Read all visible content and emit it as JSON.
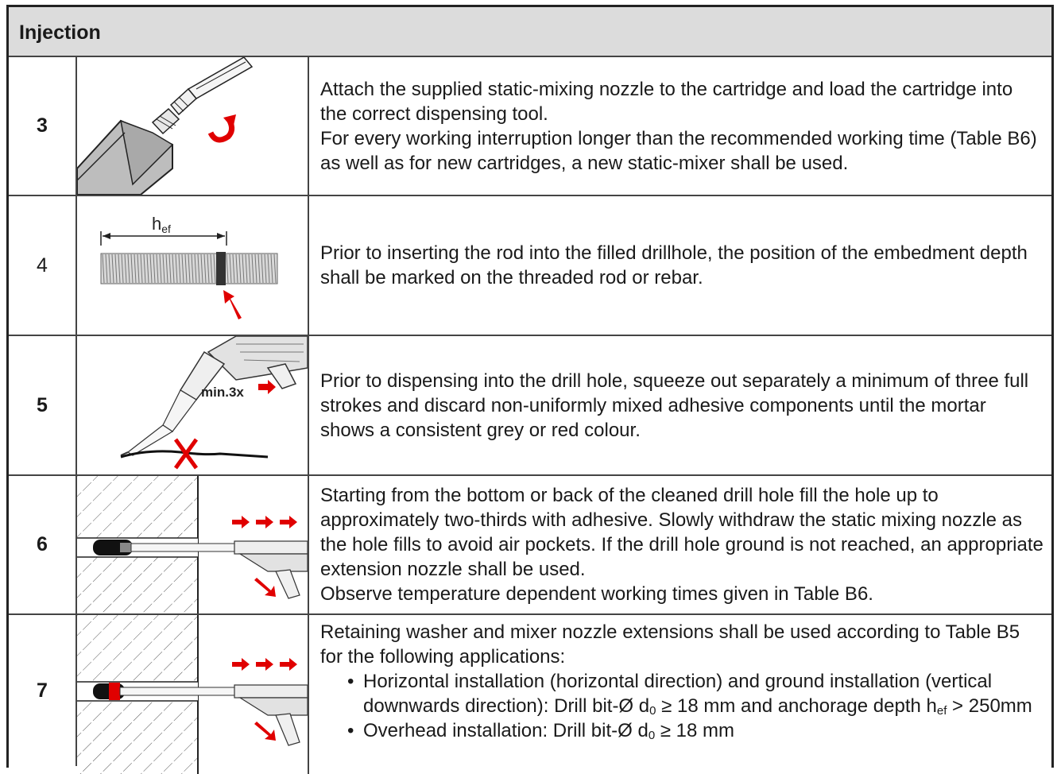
{
  "header": {
    "title": "Injection"
  },
  "steps": [
    {
      "number": "3",
      "lines": [
        "Attach the supplied static-mixing nozzle to the cartridge and load the cartridge into the correct dispensing tool.",
        "For every working interruption longer than the recommended working time (Table B6) as well as for new cartridges, a new static-mixer shall be used."
      ]
    },
    {
      "number": "4",
      "figure_label": "hef",
      "lines": [
        "Prior to inserting the rod into the filled drillhole, the position of the embedment depth shall be marked on the threaded rod or rebar."
      ]
    },
    {
      "number": "5",
      "figure_label": "min.3x",
      "lines": [
        "Prior to dispensing into the drill hole, squeeze out separately a minimum of three full strokes and discard non-uniformly mixed adhesive components until the mortar shows a consistent grey or red colour."
      ]
    },
    {
      "number": "6",
      "lines": [
        "Starting from the bottom or back of the cleaned drill hole fill the hole up to approximately two-thirds with adhesive. Slowly withdraw the static mixing nozzle as the hole fills to avoid air pockets. If the drill hole ground is not reached, an appropriate extension nozzle shall be used.",
        "Observe temperature dependent working times given in Table B6."
      ]
    },
    {
      "number": "7",
      "intro": "Retaining washer and mixer nozzle extensions shall be used according to Table B5 for the following applications:",
      "bullet1": {
        "before": "Horizontal installation (horizontal direction) and ground installation (vertical downwards direction): Drill bit-Ø d",
        "sub": "0",
        "middle": " ≥ 18 mm and anchorage depth h",
        "sub2": "ef",
        "after": " > 250mm"
      },
      "bullet2": {
        "before": "Overhead installation: Drill bit-Ø d",
        "sub": "0",
        "after": " ≥ 18 mm"
      }
    }
  ],
  "colors": {
    "accent_red": "#e00000",
    "header_bg": "#dcdcdc",
    "border": "#222222"
  },
  "icons": [
    "cartridge-nozzle-illustration",
    "threaded-rod-illustration",
    "dispensing-gun-illustration",
    "drill-hole-fill-illustration",
    "drill-hole-washer-illustration"
  ]
}
